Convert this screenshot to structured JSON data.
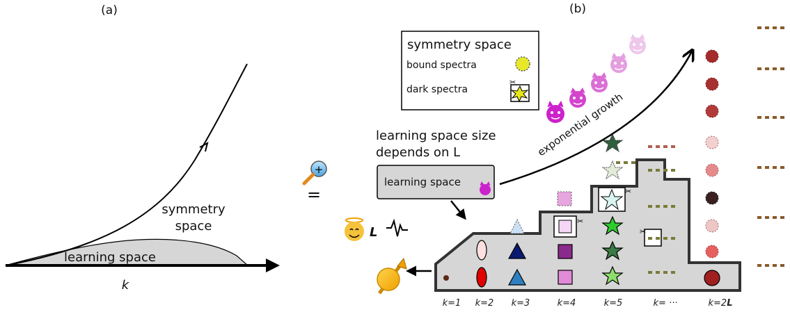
{
  "panel_a": {
    "label": "(a)",
    "curve_label_line1": "symmetry",
    "curve_label_line2": "space",
    "region_label": "learning space",
    "axis_label": "k"
  },
  "panel_b": {
    "label": "(b)",
    "equals": "=",
    "legend": {
      "title": "symmetry space",
      "bound_label": "bound spectra",
      "dark_label": "dark spectra"
    },
    "growth_label": "exponential growth",
    "size_text_line1": "learning space size",
    "size_text_line2": "depends on L",
    "learning_box_label": "learning space",
    "L_symbol": "L",
    "k_labels": [
      "k=1",
      "k=2",
      "k=3",
      "k=4",
      "k=5",
      "k= ···"
    ],
    "k_last_prefix": "k=2",
    "k_last_bold": "L"
  },
  "colors": {
    "region_fill": "#d6d6d6",
    "dot_brown": "#8b5a2b",
    "dot_green": "#4caf50",
    "devil": "#cc33cc",
    "spiky_red": "#a52a2a"
  }
}
